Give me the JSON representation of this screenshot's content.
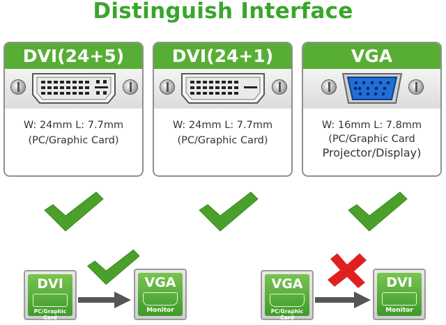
{
  "title": "Distinguish Interface",
  "colors": {
    "green": "#3aa52c",
    "header_green": "#58ae35",
    "check_green": "#4aa02a",
    "cross_red": "#e02020"
  },
  "cards": [
    {
      "name": "DVI(24+5)",
      "line1": "W: 24mm  L: 7.7mm",
      "line2": "(PC/Graphic Card)",
      "line3": ""
    },
    {
      "name": "DVI(24+1)",
      "line1": "W: 24mm  L: 7.7mm",
      "line2": "(PC/Graphic Card)",
      "line3": ""
    },
    {
      "name": "VGA",
      "line1": "W: 16mm  L: 7.8mm",
      "line2": "(PC/Graphic Card",
      "line3": "Projector/Display)"
    }
  ],
  "checks": [
    "check-icon",
    "check-icon",
    "check-icon"
  ],
  "compat_left": {
    "from": {
      "label": "DVI",
      "sub": "PC/Graphic Card"
    },
    "to": {
      "label": "VGA",
      "sub": "Monitor"
    },
    "verdict": "check-icon"
  },
  "compat_right": {
    "from": {
      "label": "VGA",
      "sub": "PC/Graphic Card"
    },
    "to": {
      "label": "DVI",
      "sub": "Monitor"
    },
    "verdict": "cross-icon"
  }
}
